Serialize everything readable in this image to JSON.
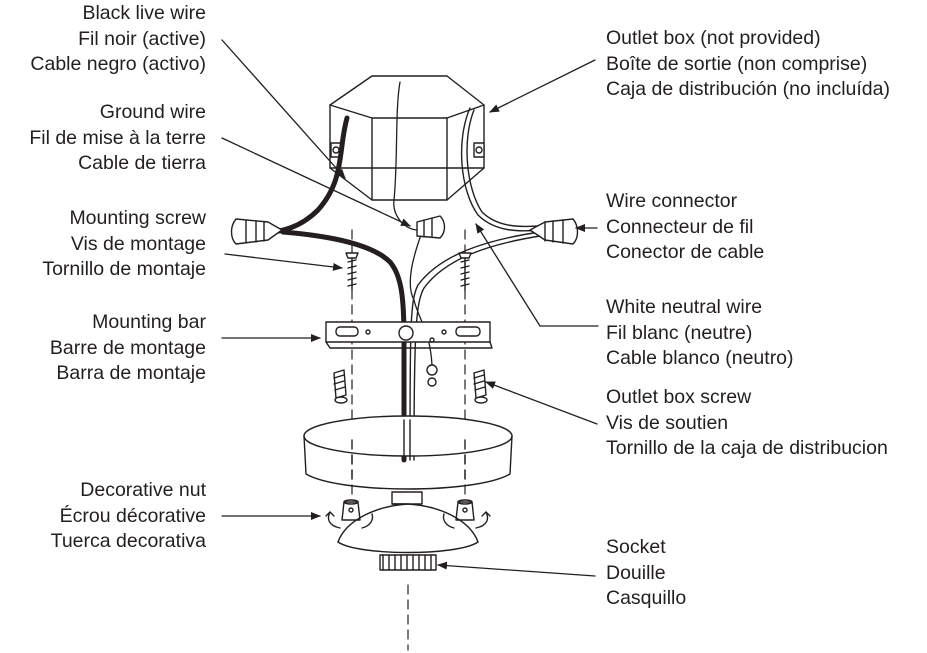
{
  "labels": {
    "black_live_wire": {
      "en": "Black live wire",
      "fr": "Fil noir (active)",
      "es": "Cable negro (activo)"
    },
    "ground_wire": {
      "en": "Ground wire",
      "fr": "Fil de mise à la terre",
      "es": "Cable de tierra"
    },
    "mounting_screw": {
      "en": "Mounting screw",
      "fr": "Vis de montage",
      "es": "Tornillo de montaje"
    },
    "mounting_bar": {
      "en": "Mounting bar",
      "fr": "Barre de montage",
      "es": "Barra de montaje"
    },
    "decorative_nut": {
      "en": "Decorative nut",
      "fr": "Écrou décorative",
      "es": "Tuerca decorativa"
    },
    "outlet_box": {
      "en": "Outlet box (not provided)",
      "fr": "Boîte de sortie (non comprise)",
      "es": "Caja de distribución (no incluída)"
    },
    "wire_connector": {
      "en": "Wire connector",
      "fr": "Connecteur de fil",
      "es": "Conector de cable"
    },
    "white_neutral_wire": {
      "en": "White neutral wire",
      "fr": "Fil blanc (neutre)",
      "es": "Cable blanco (neutro)"
    },
    "outlet_box_screw": {
      "en": "Outlet box screw",
      "fr": "Vis de soutien",
      "es": "Tornillo de la caja de distribucion"
    },
    "socket": {
      "en": "Socket",
      "fr": "Douille",
      "es": "Casquillo"
    }
  }
}
